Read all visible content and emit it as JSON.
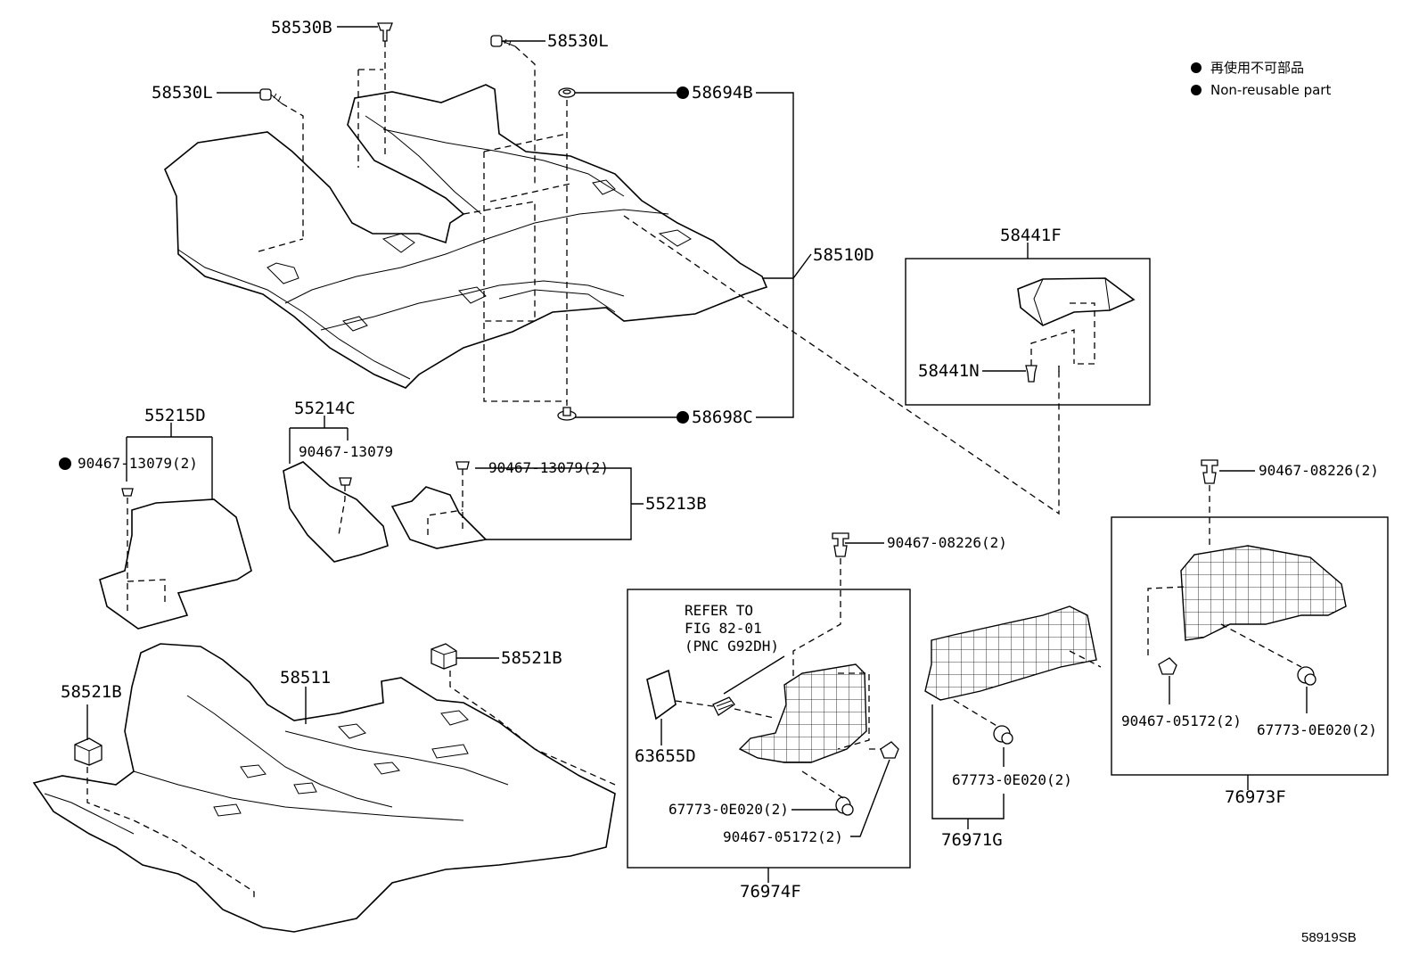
{
  "legend": {
    "jp_text": "再使用不可部品",
    "en_text": "Non-reusable part"
  },
  "diagram_id": "58919SB",
  "labels": {
    "p58530B": "58530B",
    "p58530L_top": "58530L",
    "p58530L_left": "58530L",
    "p58694B": "58694B",
    "p58510D": "58510D",
    "p58698C": "58698C",
    "p58441F": "58441F",
    "p58441N": "58441N",
    "p55215D": "55215D",
    "p55214C": "55214C",
    "p90467_13079_a": "90467-13079(2)",
    "p90467_13079_b": "90467-13079",
    "p90467_13079_c": "90467-13079(2)",
    "p55213B": "55213B",
    "p90467_08226_a": "90467-08226(2)",
    "p90467_08226_b": "90467-08226(2)",
    "p58521B_right": "58521B",
    "p58521B_left": "58521B",
    "p58511": "58511",
    "refer_line1": "REFER TO",
    "refer_line2": "FIG 82-01",
    "refer_line3": "(PNC G92DH)",
    "p63655D": "63655D",
    "p67773_a": "67773-0E020(2)",
    "p90467_05172_a": "90467-05172(2)",
    "p76974F": "76974F",
    "p67773_b": "67773-0E020(2)",
    "p76971G": "76971G",
    "p90467_05172_b": "90467-05172(2)",
    "p67773_c": "67773-0E020(2)",
    "p76973F": "76973F"
  }
}
